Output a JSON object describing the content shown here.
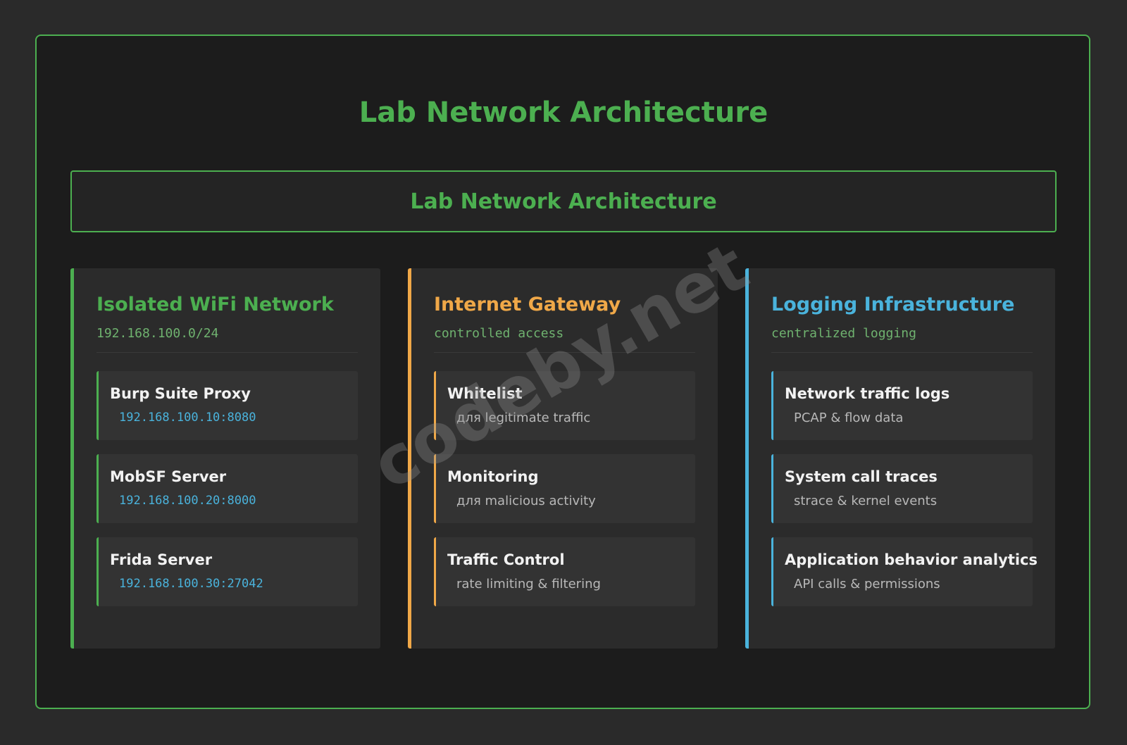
{
  "page": {
    "title": "Lab Network Architecture",
    "banner_title": "Lab Network Architecture",
    "watermark": "codeby.net"
  },
  "colors": {
    "green": "#4caf50",
    "orange": "#f0a848",
    "blue": "#4ab3dc"
  },
  "columns": [
    {
      "title": "Isolated WiFi Network",
      "subtitle": "192.168.100.0/24",
      "items": [
        {
          "name": "Burp Suite Proxy",
          "detail": "192.168.100.10:8080"
        },
        {
          "name": "MobSF Server",
          "detail": "192.168.100.20:8000"
        },
        {
          "name": "Frida Server",
          "detail": "192.168.100.30:27042"
        }
      ]
    },
    {
      "title": "Internet Gateway",
      "subtitle": "controlled access",
      "items": [
        {
          "name": "Whitelist",
          "detail": "для legitimate traffic"
        },
        {
          "name": "Monitoring",
          "detail": "для malicious activity"
        },
        {
          "name": "Traffic Control",
          "detail": "rate limiting & filtering"
        }
      ]
    },
    {
      "title": "Logging Infrastructure",
      "subtitle": "centralized logging",
      "items": [
        {
          "name": "Network traffic logs",
          "detail": "PCAP & flow data"
        },
        {
          "name": "System call traces",
          "detail": "strace & kernel events"
        },
        {
          "name": "Application behavior analytics",
          "detail": "API calls & permissions"
        }
      ]
    }
  ]
}
